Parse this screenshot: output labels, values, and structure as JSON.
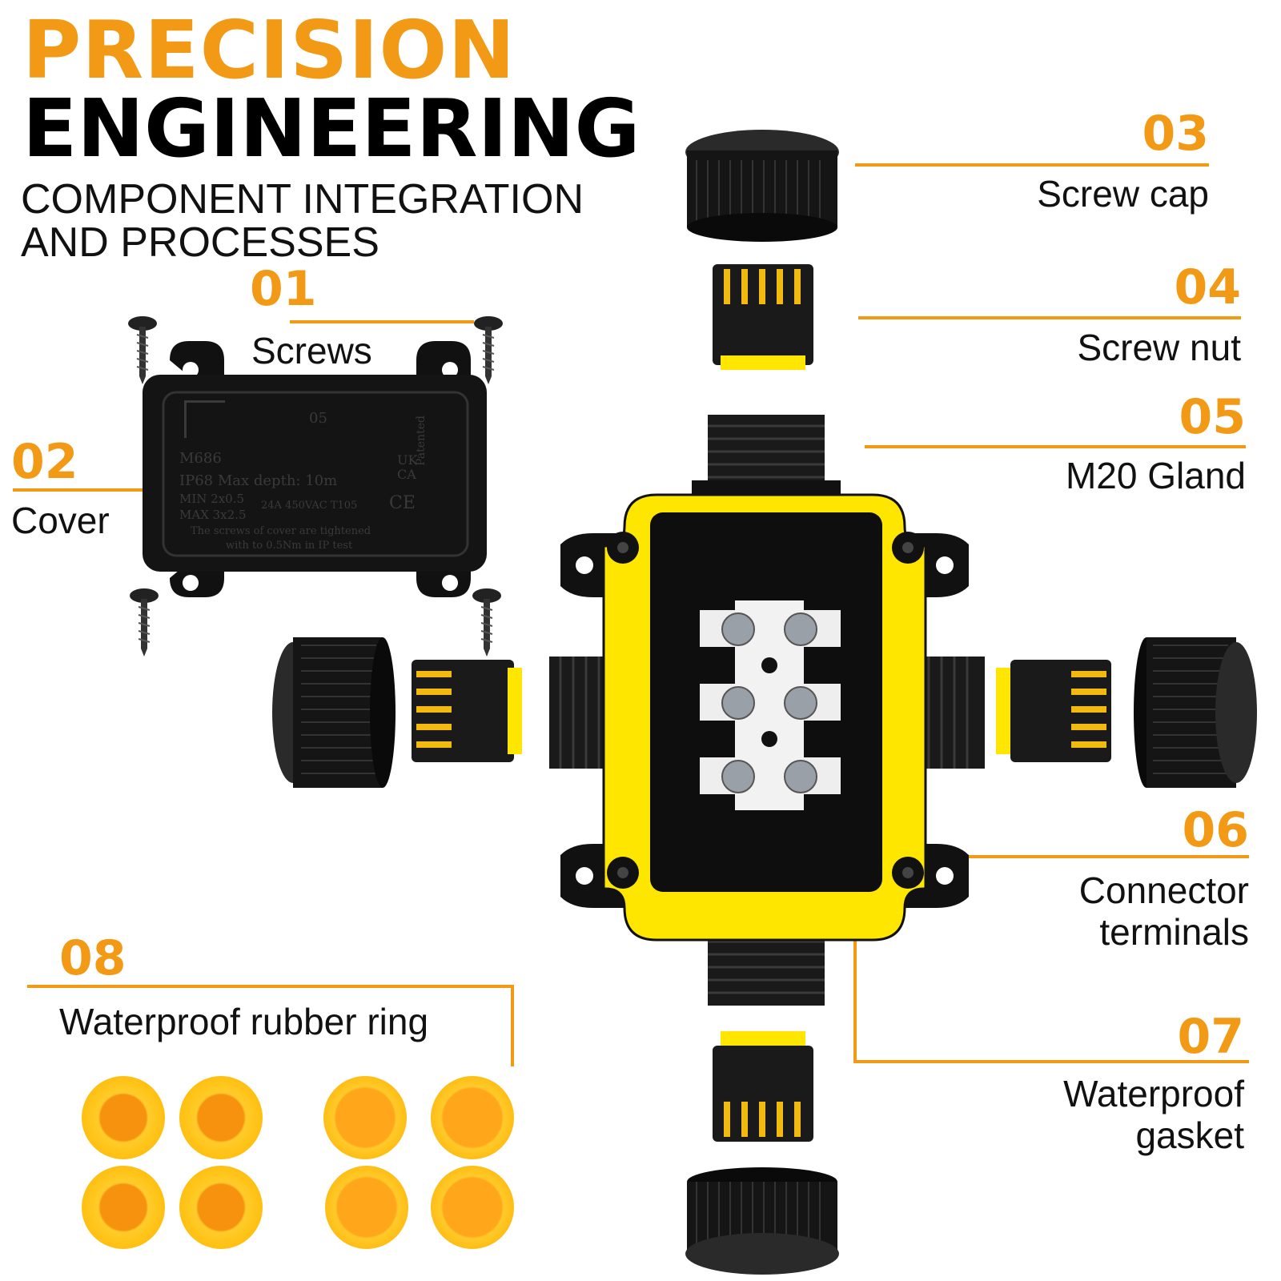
{
  "heading": {
    "line1": "PRECISION",
    "line2": "ENGINEERING",
    "sub1": "COMPONENT INTEGRATION",
    "sub2": "AND PROCESSES"
  },
  "callouts": [
    {
      "num": "01",
      "label": "Screws"
    },
    {
      "num": "02",
      "label": "Cover"
    },
    {
      "num": "03",
      "label": "Screw cap"
    },
    {
      "num": "04",
      "label": "Screw nut"
    },
    {
      "num": "05",
      "label": "M20 Gland"
    },
    {
      "num": "06",
      "label_1": "Connector",
      "label_2": "terminals"
    },
    {
      "num": "07",
      "label_1": "Waterproof",
      "label_2": "gasket"
    },
    {
      "num": "08",
      "label": "Waterproof rubber ring"
    }
  ],
  "cover_print": {
    "model": "M686",
    "line1": "IP68 Max depth: 10m",
    "line2": "MIN 2x0.5",
    "line3": "MAX 3x2.5",
    "rating": "24A 450VAC T105",
    "note1": "The screws of cover are tightened",
    "note2": "with to 0.5Nm in IP test",
    "ukca": "UK CA",
    "patented": "Patented",
    "ce": "CE",
    "eve": "05"
  },
  "colors": {
    "accent": "#f29a16",
    "yellow": "#ffe600",
    "black": "#151515",
    "ring": "#ffc61a"
  }
}
